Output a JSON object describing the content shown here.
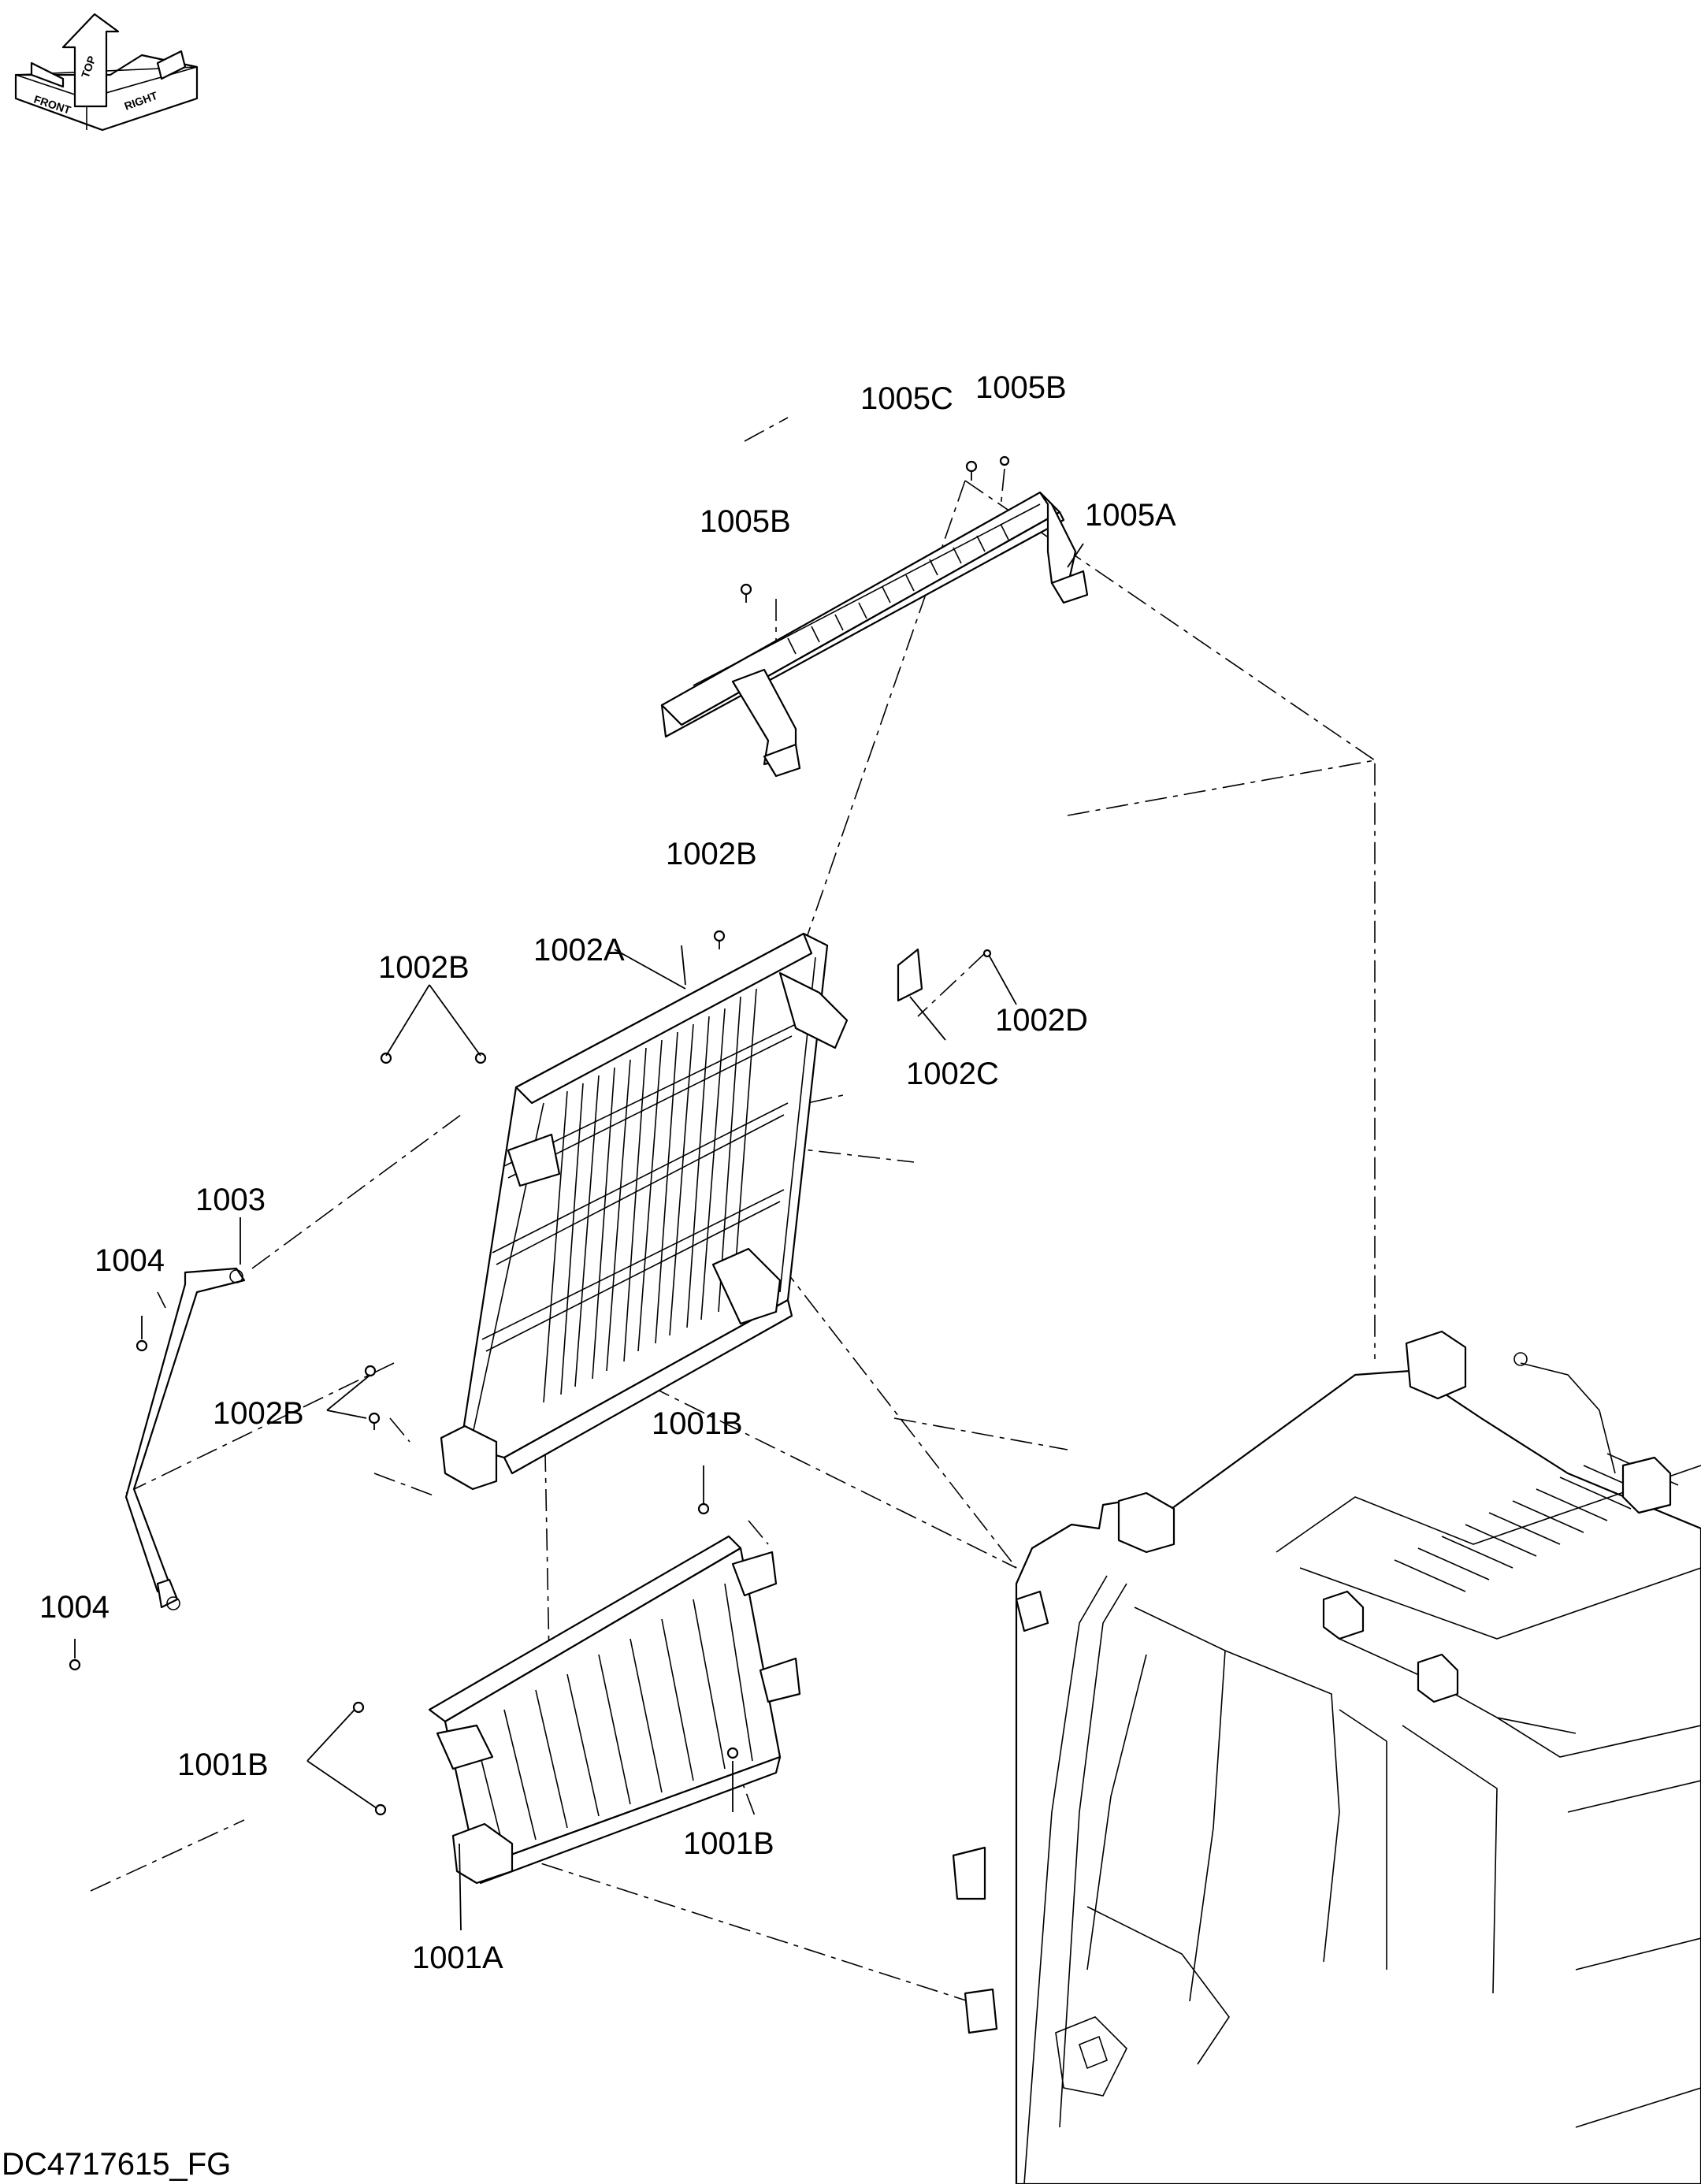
{
  "orientation": {
    "top": "TOP",
    "front": "FRONT",
    "right": "RIGHT"
  },
  "labels": {
    "l_1005C": "1005C",
    "l_1005B_top": "1005B",
    "l_1005B_left": "1005B",
    "l_1005A": "1005A",
    "l_1002B_top": "1002B",
    "l_1002A": "1002A",
    "l_1002B_left": "1002B",
    "l_1002D": "1002D",
    "l_1002C": "1002C",
    "l_1003": "1003",
    "l_1004_top": "1004",
    "l_1002B_lower": "1002B",
    "l_1001B_top": "1001B",
    "l_1004_bottom": "1004",
    "l_1001B_left": "1001B",
    "l_1001B_right": "1001B",
    "l_1001A": "1001A"
  },
  "drawing_code": "DC4717615_FG"
}
